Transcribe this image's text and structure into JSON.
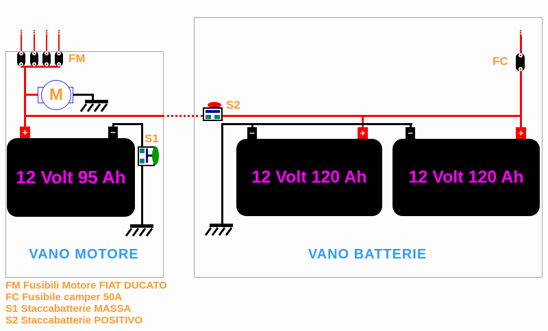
{
  "colors": {
    "positive_wire": "#ff0000",
    "negative_wire": "#000000",
    "component_labels": "#ff9933",
    "battery_text": "#ff00ff",
    "captions": "#3399ff",
    "switch_teal": "#008080",
    "switch_navy": "#000099",
    "switch_green": "#009900"
  },
  "engine_box": {
    "caption": "VANO MOTORE",
    "fuse_label": "FM",
    "motor_letter": "M",
    "switch_label": "S1",
    "battery": "12 Volt 95 Ah"
  },
  "battery_box": {
    "caption": "VANO BATTERIE",
    "fuse_label": "FC",
    "switch_label": "S2",
    "battery_left": "12 Volt 120 Ah",
    "battery_right": "12 Volt 120 Ah"
  },
  "terminals": {
    "positive": "+",
    "negative": "−"
  },
  "legend": {
    "lines": [
      "FM Fusibili Motore FIAT DUCATO",
      "FC Fusibile camper 50A",
      "S1 Staccabatterie MASSA",
      "S2 Staccabatterie POSITIVO"
    ]
  }
}
